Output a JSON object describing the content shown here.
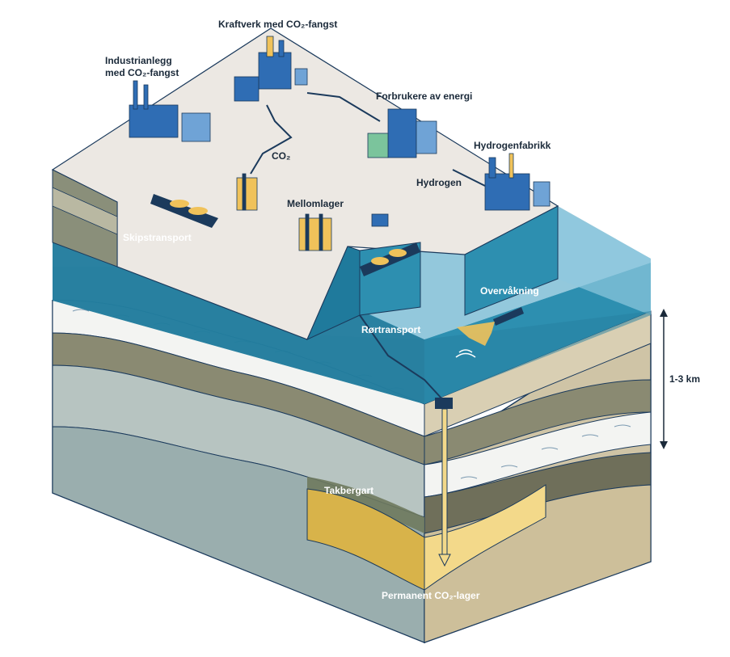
{
  "labels": {
    "power_plant": "Kraftverk med CO₂-fangst",
    "industry_line1": "Industrianlegg",
    "industry_line2": "med CO₂-fangst",
    "consumers": "Forbrukere av energi",
    "hydrogen_factory": "Hydrogenfabrikk",
    "co2": "CO₂",
    "hydrogen": "Hydrogen",
    "intermediate_storage": "Mellomlager",
    "ship_transport": "Skipstransport",
    "monitoring": "Overvåkning",
    "pipeline_transport": "Rørtransport",
    "cap_rock": "Takbergart",
    "permanent_storage": "Permanent CO₂-lager",
    "depth_scale": "1-3 km"
  },
  "colors": {
    "land_top": "#ece8e3",
    "sea": "#2d8fb0",
    "sea_side": "#1f7a9c",
    "sea_light": "#8ec7de",
    "facility": "#2f6db4",
    "storage_gold": "#f0c25a",
    "cap_rock": "#6f7a5e",
    "sediment_tan": "#cfc4a6",
    "sediment_grey": "#9fb4b4",
    "outline": "#1b3a5c"
  }
}
